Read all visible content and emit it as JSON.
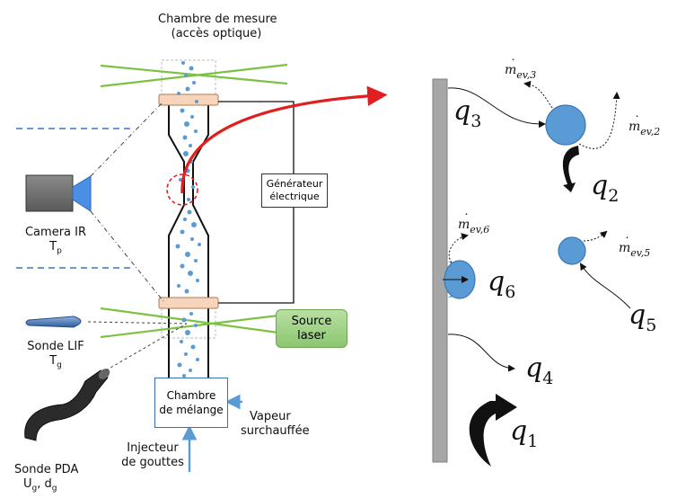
{
  "labels": {
    "chambre_mesure": [
      "Chambre de mesure",
      "(accès optique)"
    ],
    "generateur": [
      "Générateur",
      "électrique"
    ],
    "camera": "Camera IR",
    "camera_sub_base": "T",
    "camera_sub_idx": "p",
    "source_laser": [
      "Source",
      "laser"
    ],
    "sonde_lif": "Sonde LIF",
    "sonde_lif_sub_base": "T",
    "sonde_lif_sub_idx": "g",
    "chambre_melange": [
      "Chambre",
      "de mélange"
    ],
    "vapeur": [
      "Vapeur",
      "surchauffée"
    ],
    "injecteur": [
      "Injecteur",
      "de gouttes"
    ],
    "sonde_pda": "Sonde PDA",
    "sonde_pda_sub": {
      "u": "U",
      "u_idx": "g",
      "sep": ", d",
      "d_idx": "g"
    }
  },
  "fluxes": [
    {
      "id": "q1",
      "base": "q",
      "idx": "1"
    },
    {
      "id": "q2",
      "base": "q",
      "idx": "2"
    },
    {
      "id": "q3",
      "base": "q",
      "idx": "3"
    },
    {
      "id": "q4",
      "base": "q",
      "idx": "4"
    },
    {
      "id": "q5",
      "base": "q",
      "idx": "5"
    },
    {
      "id": "q6",
      "base": "q",
      "idx": "6"
    }
  ],
  "evap": [
    {
      "id": "m3",
      "base": "m",
      "idx": "ev,3"
    },
    {
      "id": "m2",
      "base": "m",
      "idx": "ev,2"
    },
    {
      "id": "m6",
      "base": "m",
      "idx": "ev,6"
    },
    {
      "id": "m5",
      "base": "m",
      "idx": "ev,5"
    }
  ],
  "colors": {
    "droplet": "#5b9bd5",
    "droplet_stroke": "#3a78b5",
    "laser_beam": "#7dc142",
    "heat_arrow": "#e02020",
    "flange": "#f6d5bc",
    "wall": "#a6a6a6",
    "dashed_line": "#4472c4",
    "inlet_arrow": "#5b9bd5"
  }
}
